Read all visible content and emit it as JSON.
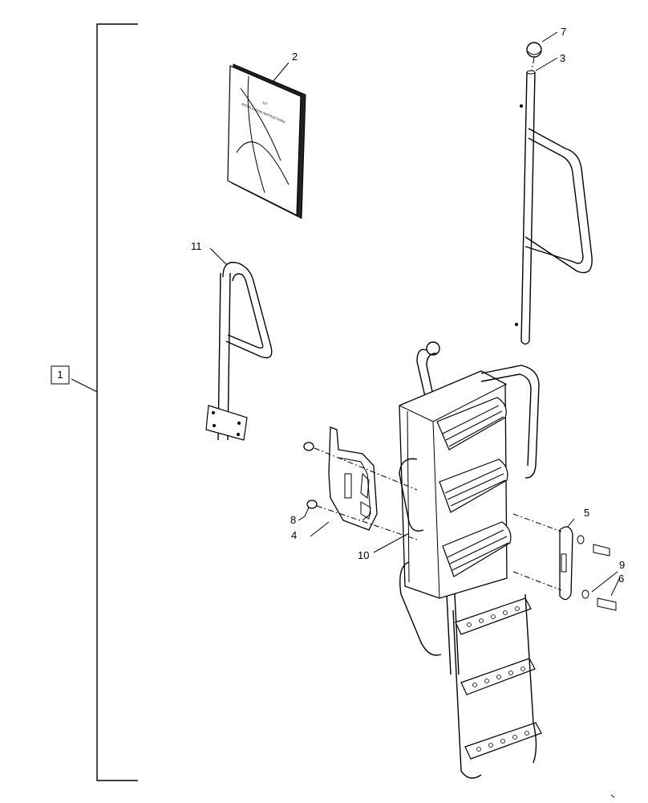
{
  "callouts": {
    "c1": "1",
    "c2": "2",
    "c3": "3",
    "c4": "4",
    "c5": "5",
    "c6": "6",
    "c7": "7",
    "c8": "8",
    "c9": "9",
    "c10": "10",
    "c11": "11"
  },
  "manual": {
    "title_line1": "KIT",
    "title_line2": "INSTALLATION INSTRUCTIONS"
  }
}
